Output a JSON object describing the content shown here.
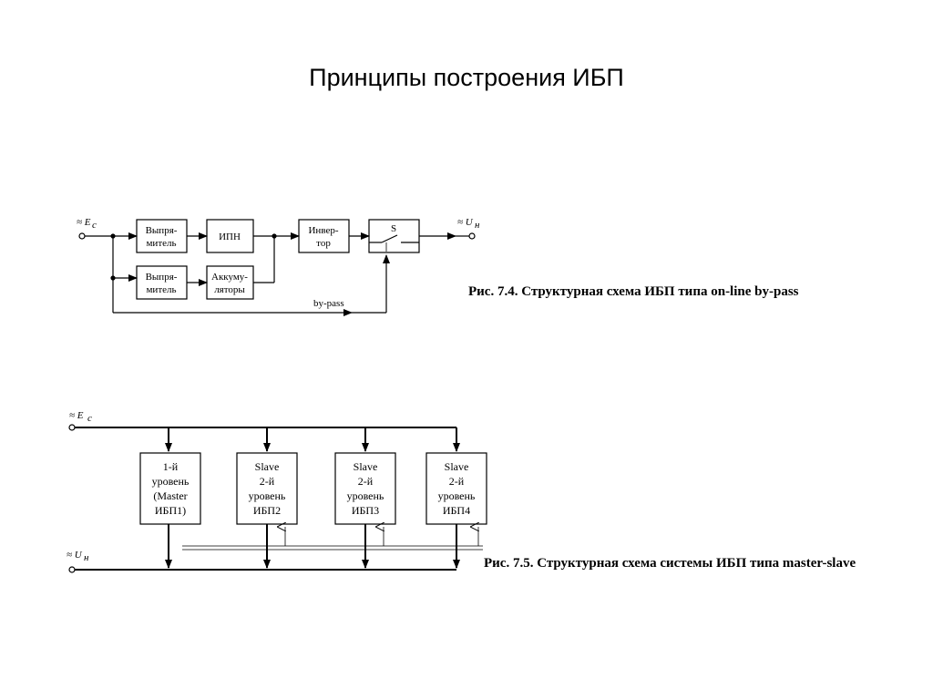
{
  "title": "Принципы построения ИБП",
  "figure1": {
    "caption": "Рис. 7.4. Структурная схема ИБП типа on-line by-pass",
    "input_label": "≈ E",
    "input_sub": "c",
    "output_label": "≈ U",
    "output_sub": "н",
    "rect1": [
      "Выпря-",
      "митель"
    ],
    "ipn": "ИПН",
    "inverter": [
      "Инвер-",
      "тор"
    ],
    "switch": "S",
    "rect2": [
      "Выпря-",
      "митель"
    ],
    "battery": [
      "Аккуму-",
      "ляторы"
    ],
    "bypass": "by-pass"
  },
  "figure2": {
    "caption": "Рис. 7.5. Структурная схема системы ИБП типа master-slave",
    "input_label": "≈ E",
    "input_sub": "c",
    "output_label": "≈ U",
    "output_sub": "н",
    "units": [
      [
        "1-й",
        "уровень",
        "(Master",
        "ИБП1)"
      ],
      [
        "Slave",
        "2-й",
        "уровень",
        "ИБП2"
      ],
      [
        "Slave",
        "2-й",
        "уровень",
        "ИБП3"
      ],
      [
        "Slave",
        "2-й",
        "уровень",
        "ИБП4"
      ]
    ]
  }
}
